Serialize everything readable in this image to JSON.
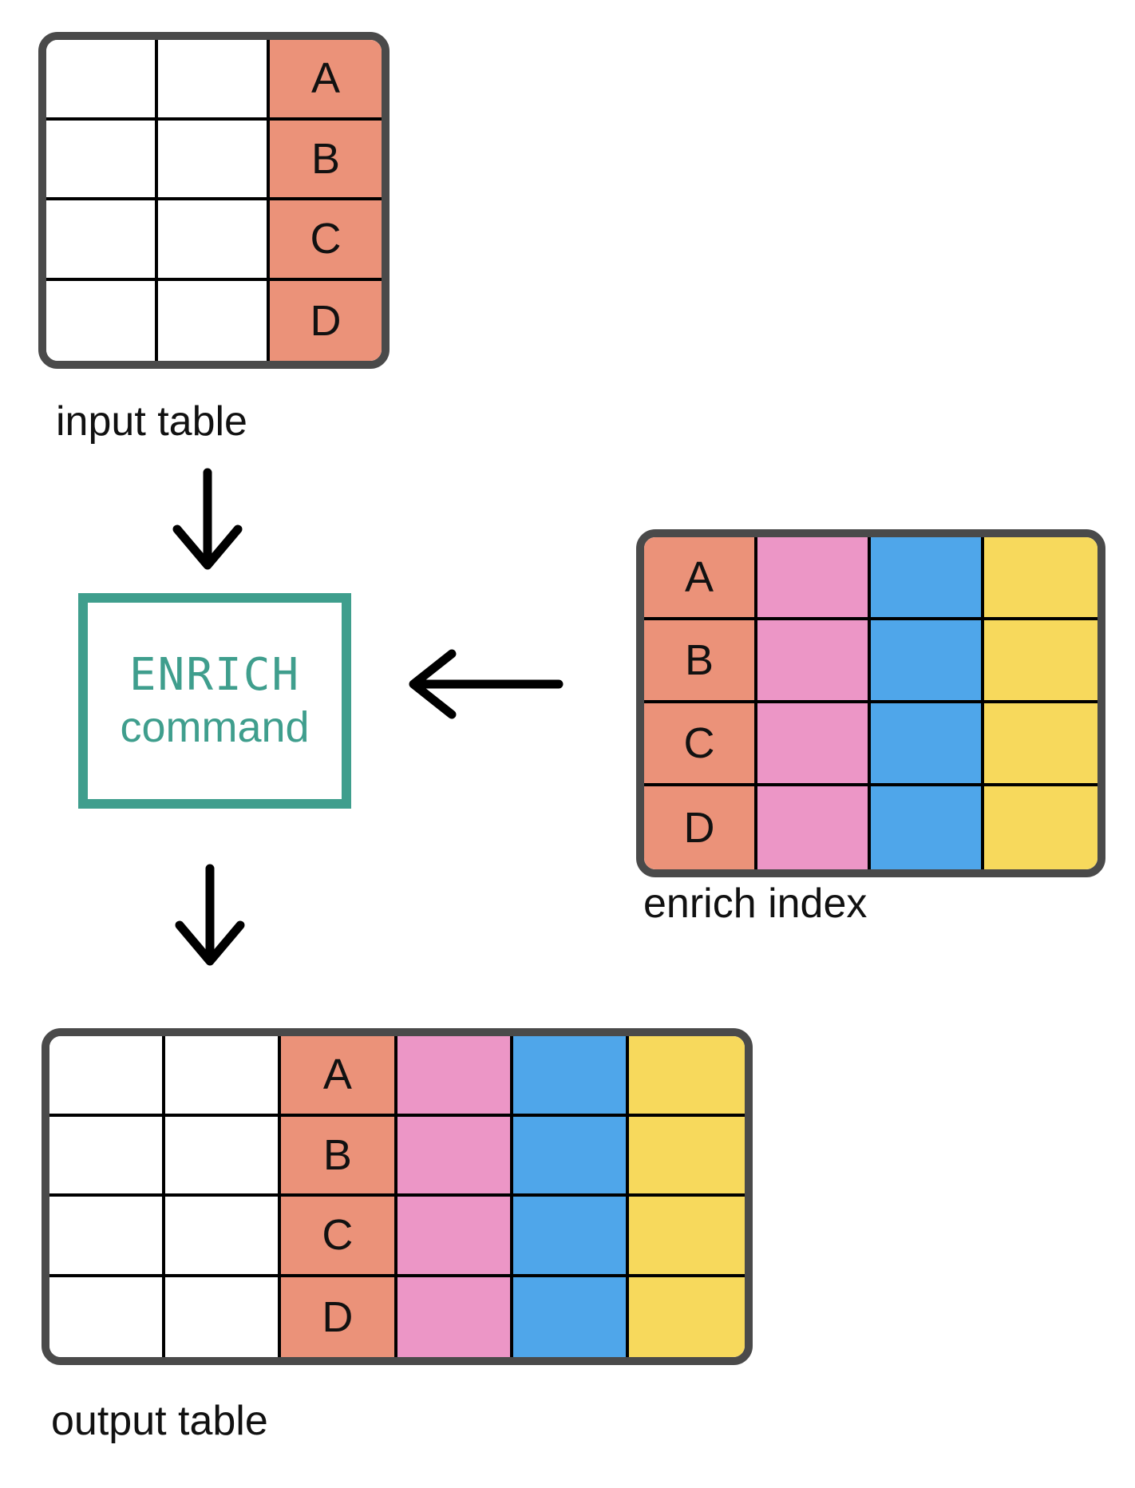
{
  "labels": {
    "input_table": "input table",
    "enrich_index": "enrich index",
    "output_table": "output table"
  },
  "enrich_box": {
    "title": "ENRICH",
    "subtitle": "command"
  },
  "tables": {
    "input": {
      "rows": 4,
      "cols": 3,
      "key_col_index": 2,
      "row_keys": [
        "A",
        "B",
        "C",
        "D"
      ],
      "col_colors": [
        "white",
        "white",
        "salmon"
      ]
    },
    "enrich_index": {
      "rows": 4,
      "cols": 4,
      "key_col_index": 0,
      "row_keys": [
        "A",
        "B",
        "C",
        "D"
      ],
      "col_colors": [
        "salmon",
        "pink",
        "blue",
        "yellow"
      ]
    },
    "output": {
      "rows": 4,
      "cols": 6,
      "key_col_index": 2,
      "row_keys": [
        "A",
        "B",
        "C",
        "D"
      ],
      "col_colors": [
        "white",
        "white",
        "salmon",
        "pink",
        "blue",
        "yellow"
      ]
    }
  },
  "colors": {
    "white": "#ffffff",
    "salmon": "#eb9279",
    "pink": "#ec96c6",
    "blue": "#4fa6ea",
    "yellow": "#f7d95c",
    "teal": "#3f9e8d",
    "table_border": "#4a4a4a",
    "grid_line": "#000000",
    "text": "#111111",
    "arrow": "#000000"
  }
}
